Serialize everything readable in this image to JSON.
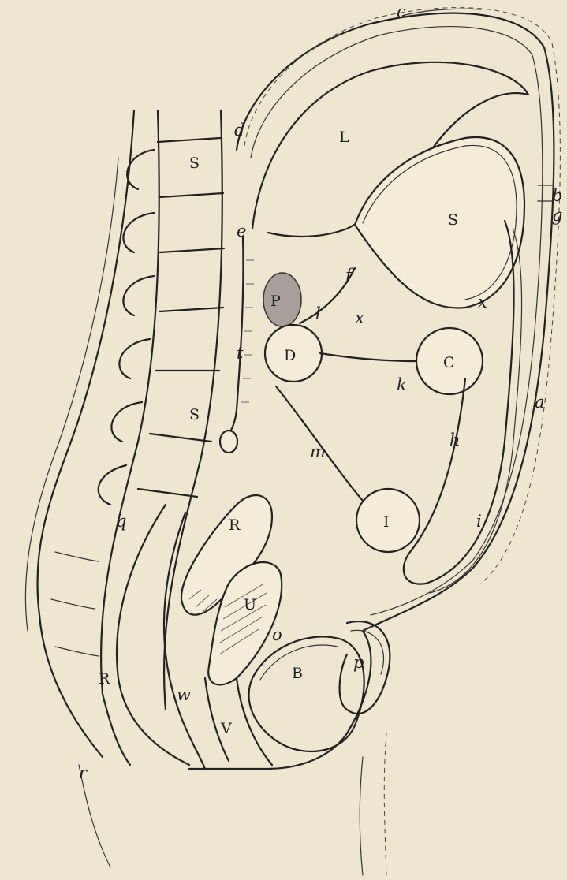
{
  "labels": {
    "c": "c",
    "d": "d",
    "L": "L",
    "S_upper": "S",
    "S_stomach": "S",
    "b": "b",
    "g": "g",
    "e": "e",
    "f": "f",
    "P_pancreas": "P",
    "l": "l",
    "x_left": "x",
    "x_right": "x",
    "t": "t",
    "D": "D",
    "C": "C",
    "k": "k",
    "h": "h",
    "a": "a",
    "s_lower": "S",
    "m": "m",
    "R_upper": "R",
    "I": "I",
    "q": "q",
    "i": "i",
    "U": "U",
    "o": "o",
    "B": "B",
    "p": "p",
    "R_lower": "R",
    "w": "w",
    "V": "V",
    "r": "r"
  }
}
